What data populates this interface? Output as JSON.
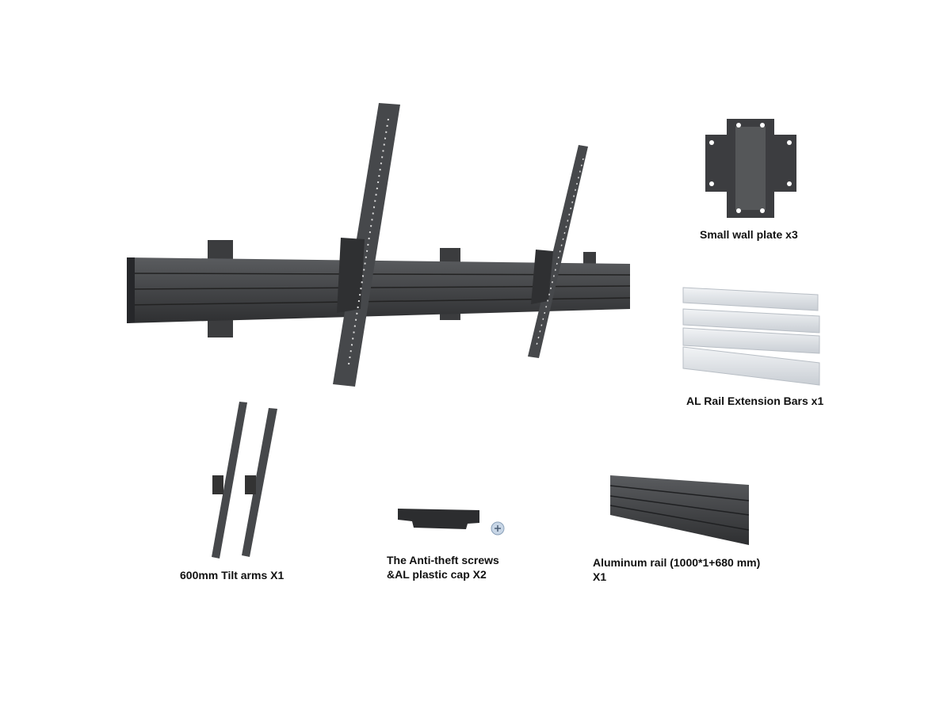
{
  "labels": {
    "wall_plate": "Small wall plate x3",
    "extension_bars": "AL Rail Extension Bars x1",
    "tilt_arms": "600mm Tilt arms X1",
    "anti_theft_line1": "The Anti-theft screws",
    "anti_theft_line2": "&AL plastic cap X2",
    "rail_line1": "Aluminum rail (1000*1+680 mm)",
    "rail_line2": "X1"
  },
  "colors": {
    "metal_dark": "#3a3b3d",
    "metal_mid": "#55575a",
    "aluminum": "#d9dde2"
  }
}
